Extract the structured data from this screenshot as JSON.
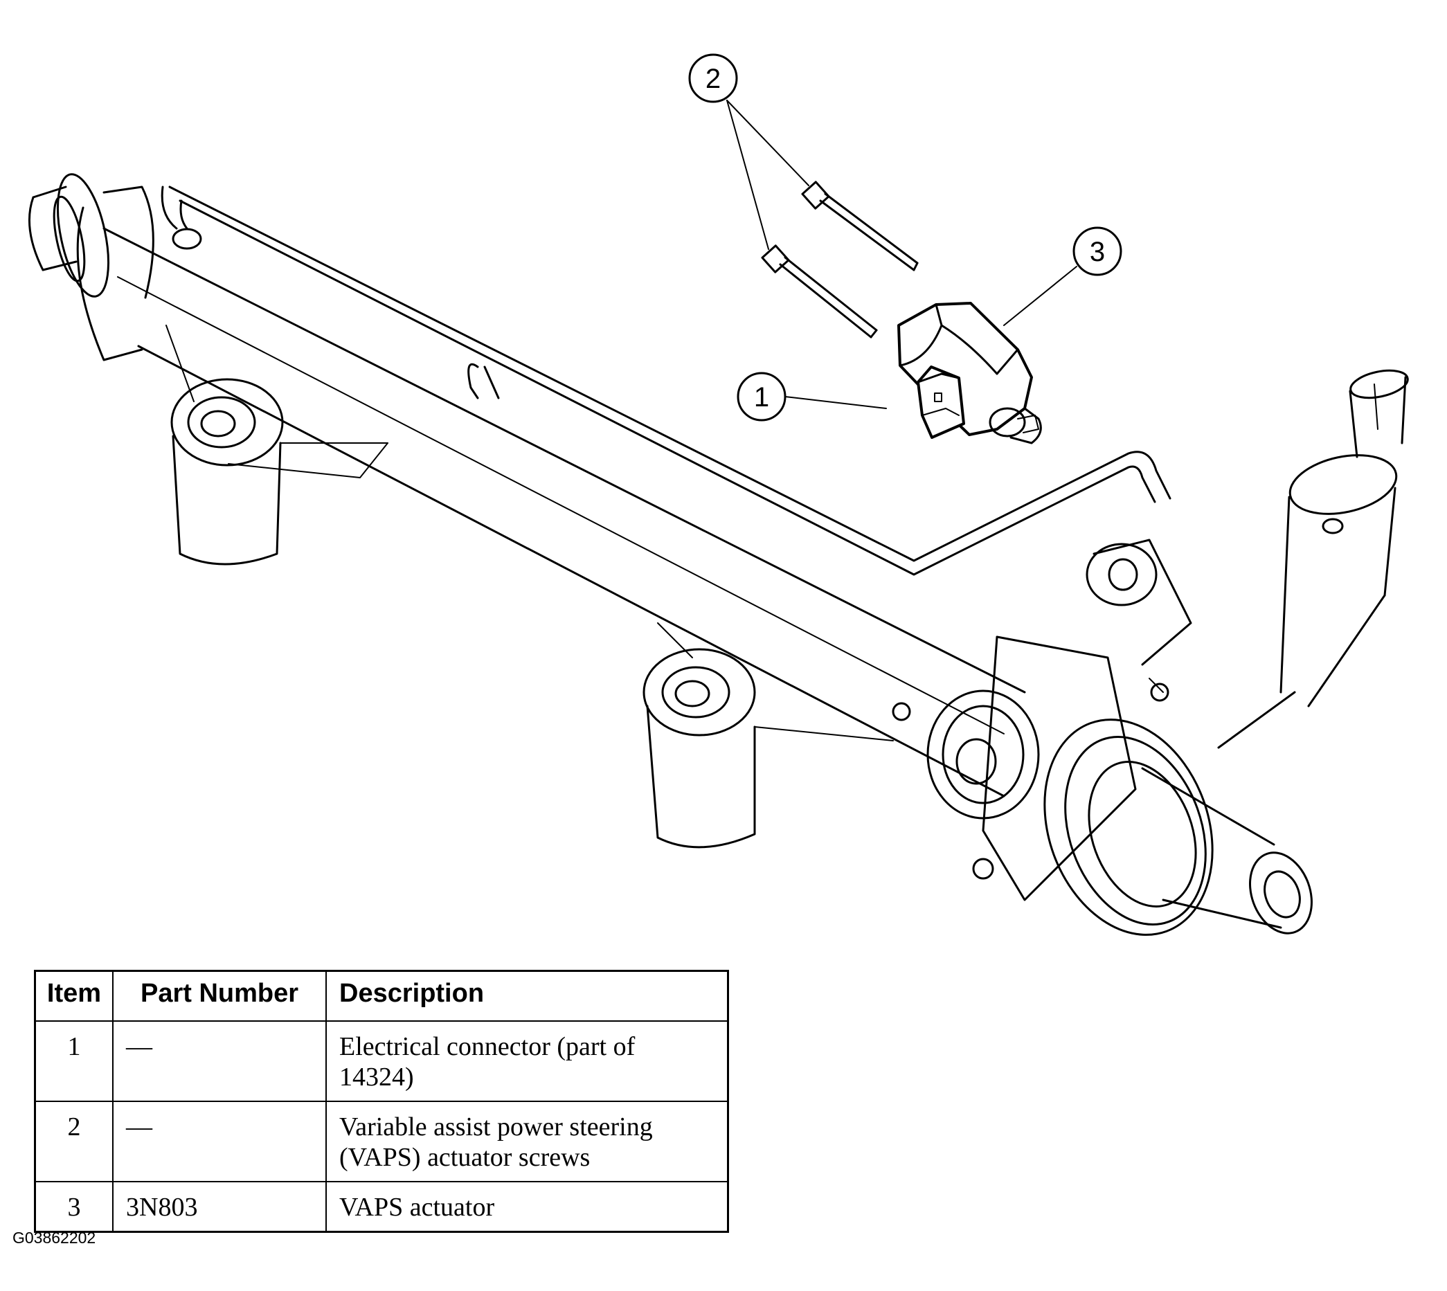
{
  "callouts": [
    {
      "number": "1",
      "target": "Electrical connector"
    },
    {
      "number": "2",
      "target": "VAPS actuator screws"
    },
    {
      "number": "3",
      "target": "VAPS actuator"
    }
  ],
  "table": {
    "headers": [
      "Item",
      "Part Number",
      "Description"
    ],
    "rows": [
      {
        "item": "1",
        "part_number": "—",
        "description": "Electrical connector (part of 14324)"
      },
      {
        "item": "2",
        "part_number": "—",
        "description": "Variable assist power steering (VAPS) actuator screws"
      },
      {
        "item": "3",
        "part_number": "3N803",
        "description": "VAPS actuator"
      }
    ]
  },
  "figure_id": "G03862202"
}
